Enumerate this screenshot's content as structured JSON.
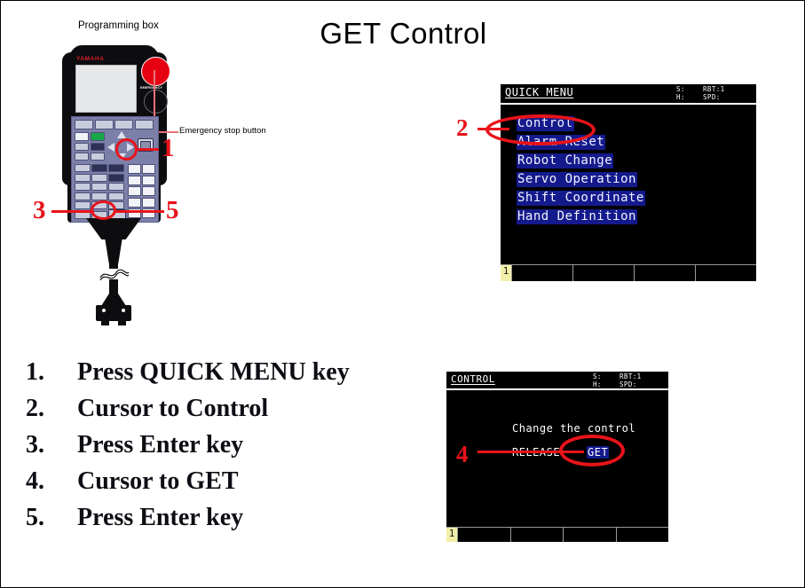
{
  "page": {
    "title": "GET Control",
    "background_color": "#ffffff",
    "accent_color": "#e8131a"
  },
  "pendant": {
    "caption": "Programming box",
    "brand": "YAMAHA",
    "emergency_stop": {
      "label": "Emergency stop button",
      "button_color": "#e60012",
      "button_cap_text": "EMERGENCY"
    },
    "annotations": [
      {
        "number": "1",
        "target": "quick-menu-key"
      },
      {
        "number": "3",
        "target": "enter-key"
      },
      {
        "number": "5",
        "target": "enter-key"
      }
    ],
    "enter_key_glyph": "↵"
  },
  "instructions": [
    {
      "num": "1.",
      "text": "Press QUICK MENU key"
    },
    {
      "num": "2.",
      "text": "Cursor to Control"
    },
    {
      "num": "3.",
      "text": "Press Enter key"
    },
    {
      "num": "4.",
      "text": "Cursor to GET"
    },
    {
      "num": "5.",
      "text": "Press Enter key"
    }
  ],
  "quick_menu_screen": {
    "title": "QUICK MENU",
    "status_left": "S:\nH:",
    "status_right": "RBT:1\nSPD:",
    "items": [
      "Control",
      "Alarm Reset",
      "Robot Change",
      "Servo Operation",
      "Shift Coordinate",
      "Hand Definition"
    ],
    "softkey_index": "1",
    "softkeys": [
      "",
      "",
      "",
      ""
    ],
    "annotation": {
      "number": "2",
      "target": "Control"
    },
    "highlight_color": "#141a8c"
  },
  "control_screen": {
    "title": "CONTROL",
    "status_left": "S:\nH:",
    "status_right": "RBT:1\nSPD:",
    "message": "Change the control",
    "option_release": "RELEASE",
    "option_get": "GET",
    "selected_option": "GET",
    "softkey_index": "1",
    "softkeys": [
      "",
      "",
      "",
      ""
    ],
    "annotation": {
      "number": "4",
      "target": "GET"
    },
    "highlight_color": "#141a8c"
  }
}
